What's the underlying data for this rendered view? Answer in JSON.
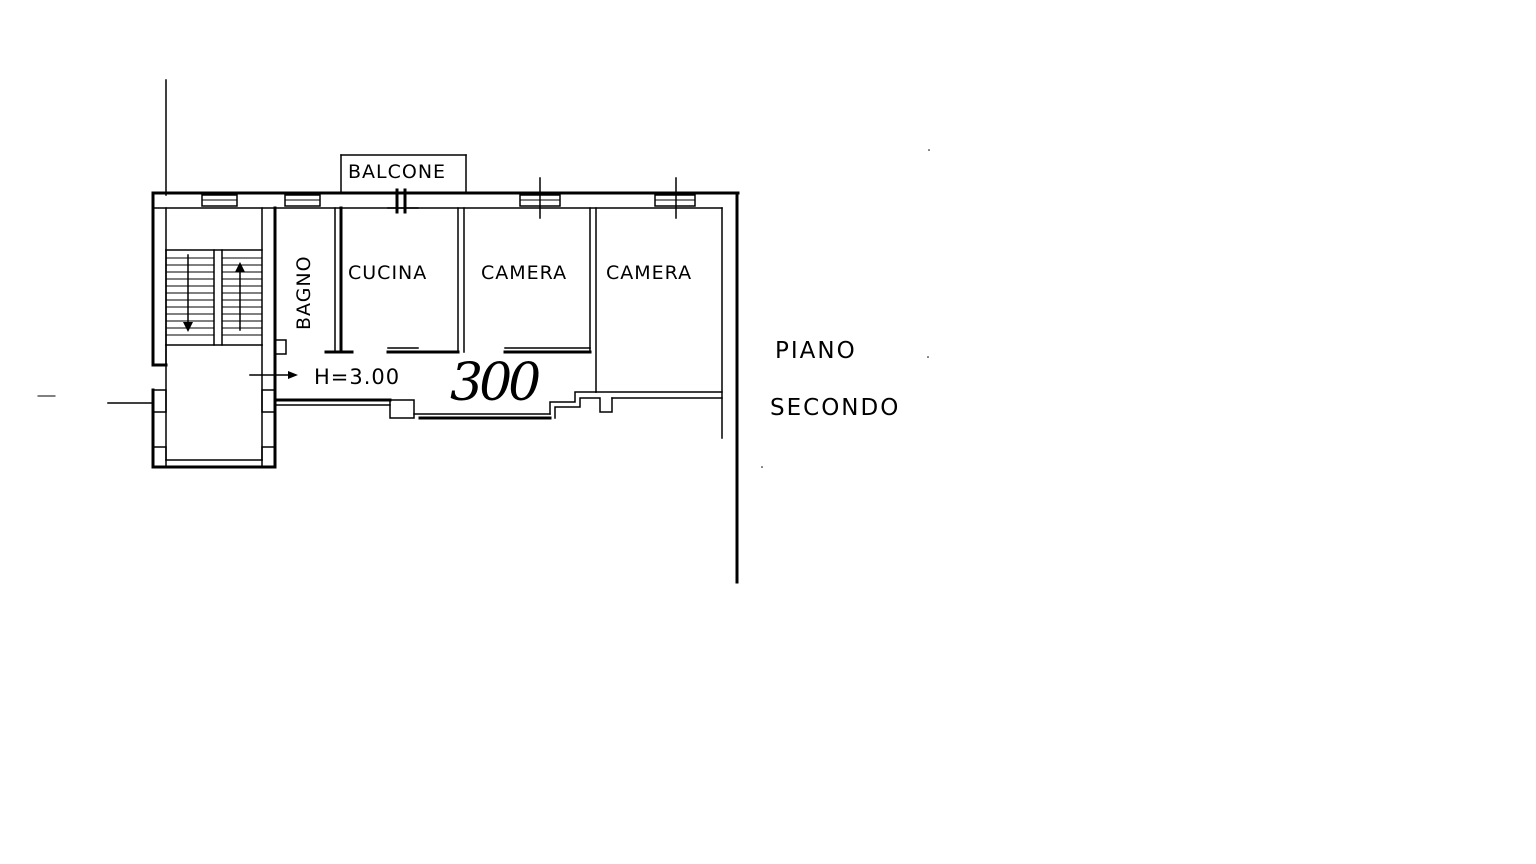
{
  "plan": {
    "labels": {
      "balcony": "BALCONE",
      "bathroom": "BAGNO",
      "kitchen": "CUCINA",
      "room_1": "CAMERA",
      "room_2": "CAMERA",
      "ceiling_height": "H=3.00",
      "handwritten_number": "300"
    },
    "floor": {
      "line_1": "PIANO",
      "line_2": "SECONDO"
    }
  }
}
